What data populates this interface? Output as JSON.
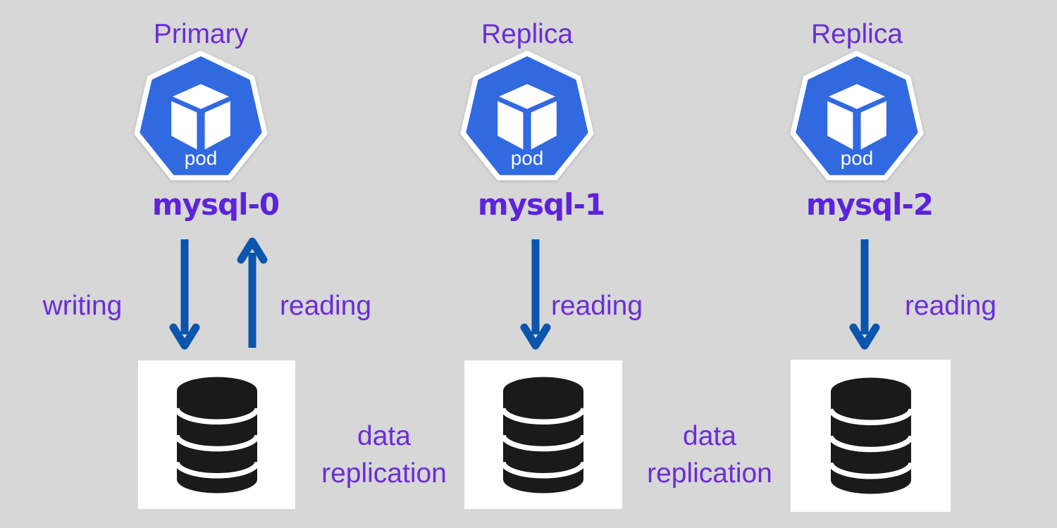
{
  "background_color": "#d7d7d7",
  "colors": {
    "pod_blue": "#3169e1",
    "pod_stroke": "#ffffff",
    "cube_white": "#ffffff",
    "arrow_blue": "#0b55ad",
    "role_purple": "#6a2dd8",
    "name_purple": "#5c23dc",
    "db_black": "#1a1a1a",
    "db_card_white": "#ffffff"
  },
  "columns": [
    {
      "role": "Primary",
      "name": "mysql-0",
      "pod_text": "pod",
      "arrows": [
        {
          "dir": "down",
          "label": "writing"
        },
        {
          "dir": "up",
          "label": "reading"
        }
      ]
    },
    {
      "role": "Replica",
      "name": "mysql-1",
      "pod_text": "pod",
      "arrows": [
        {
          "dir": "down",
          "label": "reading"
        }
      ]
    },
    {
      "role": "Replica",
      "name": "mysql-2",
      "pod_text": "pod",
      "arrows": [
        {
          "dir": "down",
          "label": "reading"
        }
      ]
    }
  ],
  "replication_labels": [
    {
      "line1": "data",
      "line2": "replication"
    },
    {
      "line1": "data",
      "line2": "replication"
    }
  ]
}
